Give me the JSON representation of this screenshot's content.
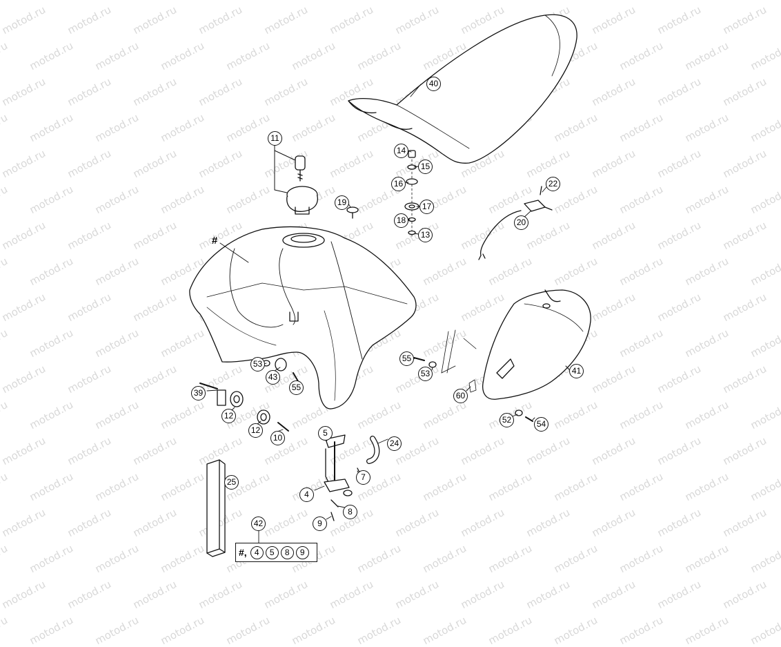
{
  "watermark": "motod.ru",
  "assembly_marker": "#",
  "callouts": [
    {
      "id": "c40",
      "label": "40"
    },
    {
      "id": "c11",
      "label": "11"
    },
    {
      "id": "c14",
      "label": "14"
    },
    {
      "id": "c15",
      "label": "15"
    },
    {
      "id": "c16",
      "label": "16"
    },
    {
      "id": "c17",
      "label": "17"
    },
    {
      "id": "c18",
      "label": "18"
    },
    {
      "id": "c13",
      "label": "13"
    },
    {
      "id": "c19",
      "label": "19"
    },
    {
      "id": "c22",
      "label": "22"
    },
    {
      "id": "c20",
      "label": "20"
    },
    {
      "id": "c41",
      "label": "41"
    },
    {
      "id": "c53a",
      "label": "53"
    },
    {
      "id": "c43",
      "label": "43"
    },
    {
      "id": "c55a",
      "label": "55"
    },
    {
      "id": "c55b",
      "label": "55"
    },
    {
      "id": "c53b",
      "label": "53"
    },
    {
      "id": "c60",
      "label": "60"
    },
    {
      "id": "c52",
      "label": "52"
    },
    {
      "id": "c54",
      "label": "54"
    },
    {
      "id": "c39",
      "label": "39"
    },
    {
      "id": "c12a",
      "label": "12"
    },
    {
      "id": "c12b",
      "label": "12"
    },
    {
      "id": "c10",
      "label": "10"
    },
    {
      "id": "c5",
      "label": "5"
    },
    {
      "id": "c24",
      "label": "24"
    },
    {
      "id": "c7",
      "label": "7"
    },
    {
      "id": "c4",
      "label": "4"
    },
    {
      "id": "c8",
      "label": "8"
    },
    {
      "id": "c9",
      "label": "9"
    },
    {
      "id": "c25",
      "label": "25"
    },
    {
      "id": "c42",
      "label": "42"
    }
  ],
  "kit": {
    "lead": "#,",
    "items": [
      "4",
      "5",
      "8",
      "9"
    ]
  }
}
